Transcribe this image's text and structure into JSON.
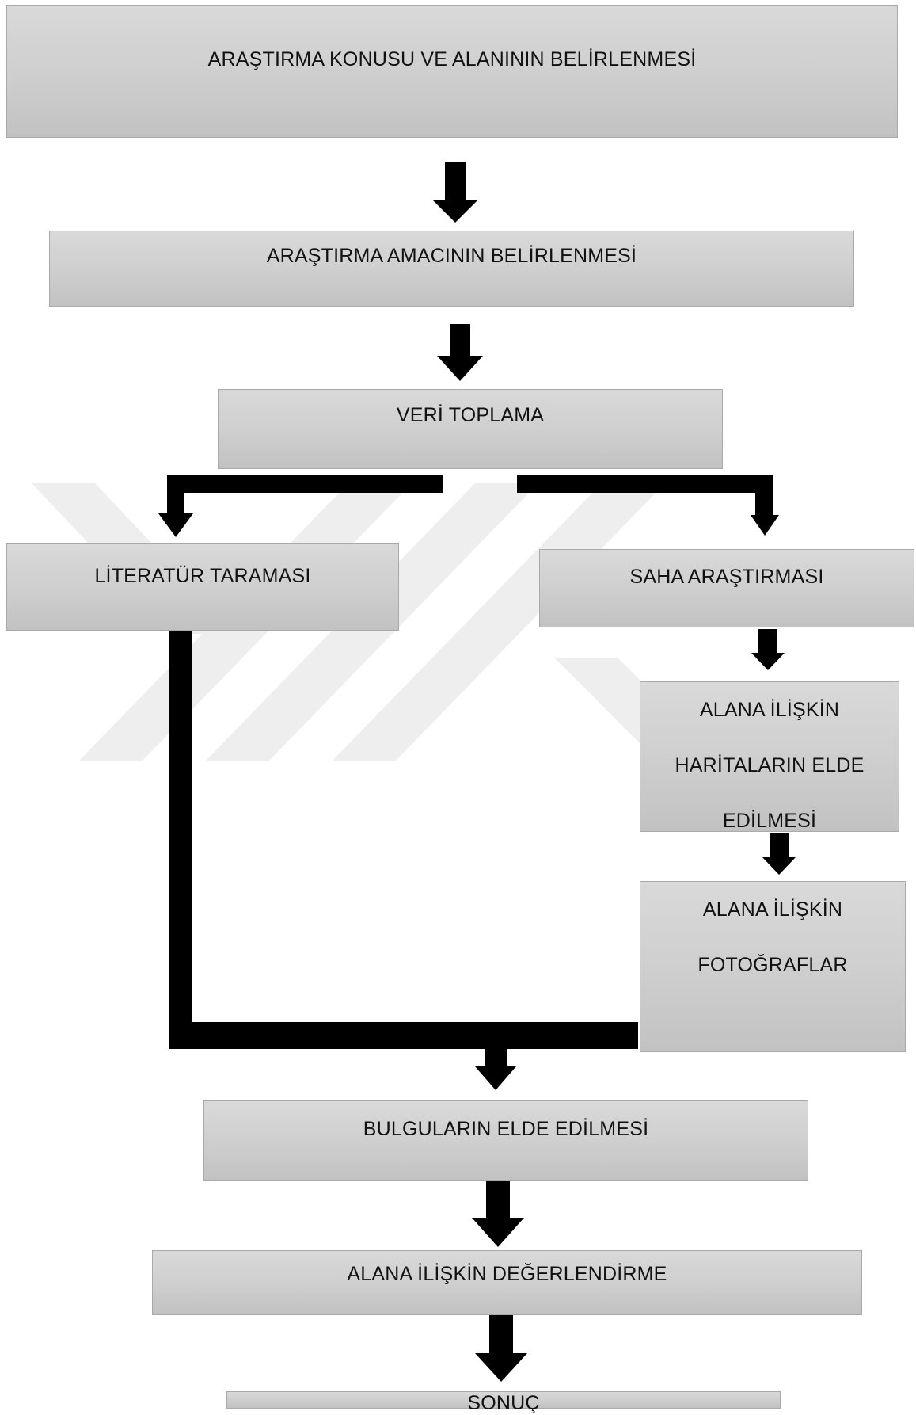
{
  "diagram": {
    "steps": {
      "topic": "ARAŞTIRMA KONUSU VE ALANININ BELİRLENMESİ",
      "purpose": "ARAŞTIRMA AMACININ BELİRLENMESİ",
      "data_collection": "VERİ TOPLAMA",
      "literature": "LİTERATÜR TARAMASI",
      "field": "SAHA ARAŞTIRMASI",
      "maps": [
        "ALANA İLİŞKİN",
        "HARİTALARIN ELDE",
        "EDİLMESİ"
      ],
      "photos": [
        "ALANA İLİŞKİN",
        "FOTOĞRAFLAR"
      ],
      "findings": "BULGULARIN ELDE EDİLMESİ",
      "evaluation": "ALANA İLİŞKİN DEĞERLENDİRME",
      "result": "SONUÇ"
    },
    "colors": {
      "box_fill": "#cfcfcf",
      "box_border": "#a9a9a9",
      "arrow": "#000000",
      "watermark": "#e6e6e6"
    }
  }
}
